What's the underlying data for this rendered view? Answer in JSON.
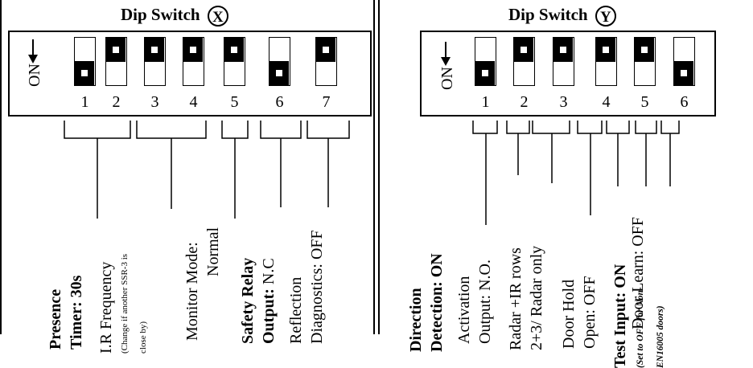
{
  "x": {
    "title": "Dip Switch",
    "badge": "X",
    "on_label": "ON",
    "switches": [
      {
        "num": "1",
        "state": "down"
      },
      {
        "num": "2",
        "state": "up"
      },
      {
        "num": "3",
        "state": "up"
      },
      {
        "num": "4",
        "state": "up"
      },
      {
        "num": "5",
        "state": "up"
      },
      {
        "num": "6",
        "state": "down"
      },
      {
        "num": "7",
        "state": "up"
      }
    ],
    "labels": {
      "presence_1": "Presence",
      "presence_2": "Timer: 30s",
      "ir_1": "I.R Frequency",
      "ir_2": "(Change if another SSR-3 is",
      "ir_3": "close by)",
      "monitor_1": "Monitor Mode:",
      "monitor_2": "Normal",
      "safety_1": "Safety Relay",
      "safety_2a": "Output:",
      "safety_2b": " N.C",
      "reflection_1": "Reflection",
      "reflection_2": "Diagnostics: OFF"
    }
  },
  "y": {
    "title": "Dip Switch",
    "badge": "Y",
    "on_label": "ON",
    "switches": [
      {
        "num": "1",
        "state": "down"
      },
      {
        "num": "2",
        "state": "up"
      },
      {
        "num": "3",
        "state": "up"
      },
      {
        "num": "4",
        "state": "up"
      },
      {
        "num": "5",
        "state": "up"
      },
      {
        "num": "6",
        "state": "down"
      }
    ],
    "labels": {
      "direction_1": "Direction",
      "direction_2": "Detection: ON",
      "activation_1": "Activation",
      "activation_2": "Output: N.O.",
      "radar_1": "Radar +IR rows",
      "radar_2": "2+3/ Radar only",
      "doorhold_1": "Door Hold",
      "doorhold_2": "Open: OFF",
      "doorlearn_1": "Door Learn: OFF",
      "test_1": "Test Input: ON",
      "test_2": "(Set to OFF for Non-",
      "test_3": "EN16005 doors)"
    }
  }
}
